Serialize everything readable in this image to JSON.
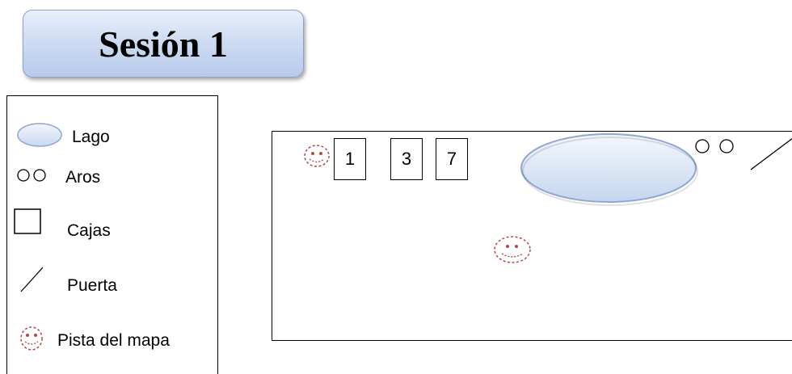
{
  "title": "Sesión 1",
  "legend": {
    "items": [
      {
        "icon": "lake-icon",
        "label": "Lago"
      },
      {
        "icon": "rings-icon",
        "label": "Aros"
      },
      {
        "icon": "box-icon",
        "label": "Cajas"
      },
      {
        "icon": "door-icon",
        "label": "Puerta"
      },
      {
        "icon": "map-clue-icon",
        "label": "Pista del mapa"
      }
    ]
  },
  "map": {
    "boxes": [
      "1",
      "3",
      "7"
    ]
  },
  "colors": {
    "lake_fill": "#dbe5f5",
    "lake_stroke": "#8ea7d2",
    "clue": "#b04a45",
    "title_gradient_top": "#e9f0fb",
    "title_gradient_bottom": "#b7cbeb"
  }
}
